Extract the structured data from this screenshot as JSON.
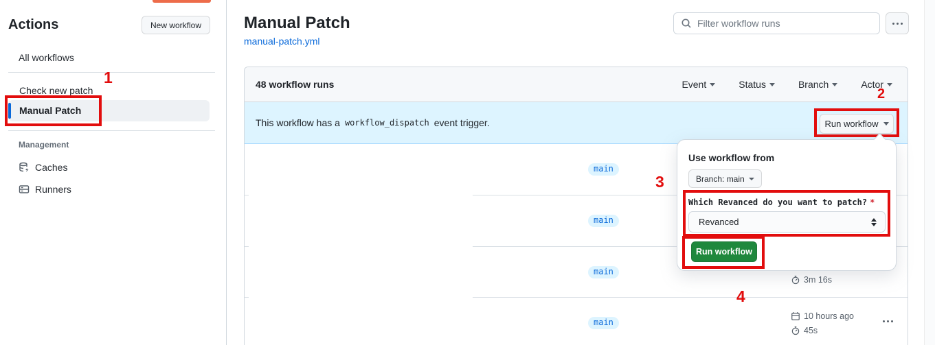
{
  "sidebar": {
    "title": "Actions",
    "new_workflow_button": "New workflow",
    "all_workflows": "All workflows",
    "workflows": [
      "Check new patch",
      "Manual Patch"
    ],
    "management_label": "Management",
    "caches": "Caches",
    "runners": "Runners"
  },
  "header": {
    "title": "Manual Patch",
    "file_link": "manual-patch.yml",
    "filter_placeholder": "Filter workflow runs"
  },
  "runs_table": {
    "count": "48 workflow runs",
    "filters": {
      "event": "Event",
      "status": "Status",
      "branch": "Branch",
      "actor": "Actor"
    },
    "banner": {
      "text_prefix": "This workflow has a",
      "code": "workflow_dispatch",
      "text_suffix": "event trigger.",
      "run_workflow_button": "Run workflow"
    },
    "rows": [
      {
        "branch": "main"
      },
      {
        "branch": "main"
      },
      {
        "branch": "main",
        "duration": "3m 16s"
      },
      {
        "branch": "main",
        "time": "10 hours ago",
        "duration": "45s"
      }
    ]
  },
  "run_dialog": {
    "use_workflow_from": "Use workflow from",
    "branch_button": "Branch: main",
    "input_label": "Which Revanced do you want to patch?",
    "required_marker": "*",
    "input_value": "Revanced",
    "run_button": "Run workflow"
  },
  "annotations": {
    "step_1": "1",
    "step_2": "2",
    "step_3": "3",
    "step_4": "4"
  },
  "colors": {
    "annotation_red": "#e20d0d",
    "accent_blue": "#0969da",
    "banner_blue": "#ddf4ff",
    "button_green": "#1f883d"
  }
}
